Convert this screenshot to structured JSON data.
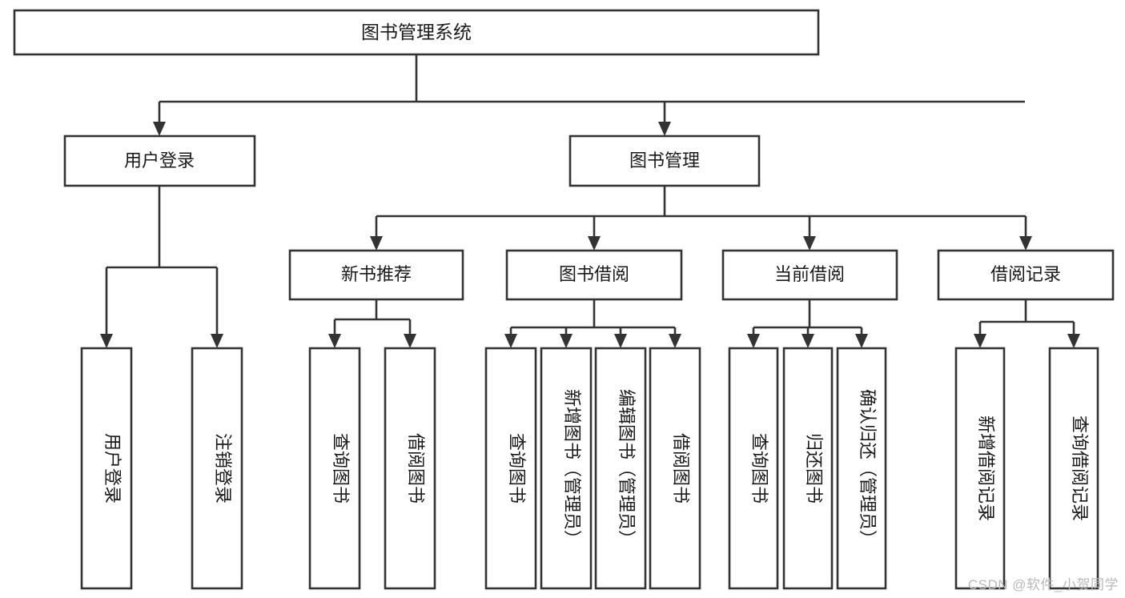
{
  "diagram": {
    "title": "图书管理系统",
    "type": "hierarchy-tree",
    "orientation": "top-down",
    "levels": 4,
    "colors": {
      "box_stroke": "#333333",
      "box_fill": "#ffffff",
      "text": "#1a1a1a",
      "background": "#ffffff",
      "watermark": "#b9b9b9"
    }
  },
  "root": {
    "label": "图书管理系统"
  },
  "level2": [
    {
      "label": "用户登录"
    },
    {
      "label": "图书管理"
    }
  ],
  "level3": [
    {
      "label": "新书推荐"
    },
    {
      "label": "图书借阅"
    },
    {
      "label": "当前借阅"
    },
    {
      "label": "借阅记录"
    }
  ],
  "leaves": {
    "user_login": [
      {
        "label": "用户登录"
      },
      {
        "label": "注销登录"
      }
    ],
    "new_book_recommend": [
      {
        "label": "查询图书"
      },
      {
        "label": "借阅图书"
      }
    ],
    "book_borrow": [
      {
        "label": "查询图书"
      },
      {
        "label": "新增图书（管理员）"
      },
      {
        "label": "编辑图书（管理员）"
      },
      {
        "label": "借阅图书"
      }
    ],
    "current_borrow": [
      {
        "label": "查询图书"
      },
      {
        "label": "归还图书"
      },
      {
        "label": "确认归还（管理员）"
      }
    ],
    "borrow_records": [
      {
        "label": "新增借阅记录"
      },
      {
        "label": "查询借阅记录"
      }
    ]
  },
  "watermark": {
    "text": "CSDN @软件_小贺同学"
  }
}
